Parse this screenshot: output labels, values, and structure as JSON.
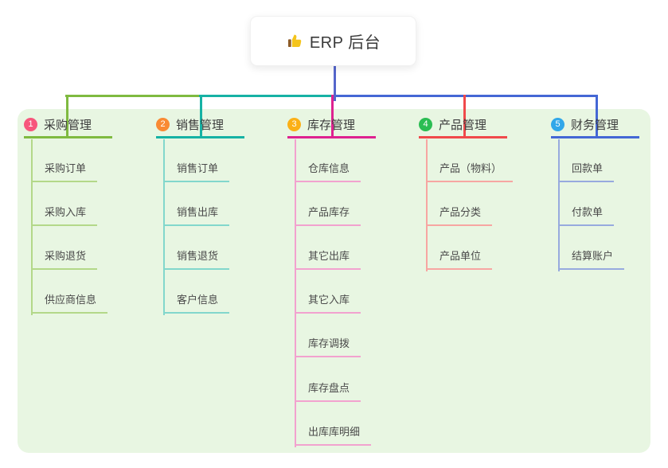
{
  "root": {
    "icon": "thumbs-up-icon",
    "label": "ERP 后台"
  },
  "colors": {
    "canvas_bg": "#ffffff",
    "panel_bg": "#e8f6e2",
    "card_bg": "#ffffff",
    "root_stem": "#5566cb",
    "title_text": "#3c3c3c",
    "child_text": "#4a4a4a"
  },
  "branches": [
    {
      "index": "1",
      "label": "采购管理",
      "badge_color": "#f7567c",
      "line_color": "#7fba40",
      "soft_color": "#b3d889",
      "children": [
        "采购订单",
        "采购入库",
        "采购退货",
        "供应商信息"
      ]
    },
    {
      "index": "2",
      "label": "销售管理",
      "badge_color": "#f98a34",
      "line_color": "#16b2a4",
      "soft_color": "#82d7cc",
      "children": [
        "销售订单",
        "销售出库",
        "销售退货",
        "客户信息"
      ]
    },
    {
      "index": "3",
      "label": "库存管理",
      "badge_color": "#fbb017",
      "line_color": "#de2290",
      "soft_color": "#f2a2cf",
      "children": [
        "仓库信息",
        "产品库存",
        "其它出库",
        "其它入库",
        "库存调拨",
        "库存盘点",
        "出库库明细"
      ]
    },
    {
      "index": "4",
      "label": "产品管理",
      "badge_color": "#2bbd53",
      "line_color": "#f0494b",
      "soft_color": "#f7a6a2",
      "children": [
        "产品（物料）",
        "产品分类",
        "产品单位"
      ]
    },
    {
      "index": "5",
      "label": "财务管理",
      "badge_color": "#31a7e9",
      "line_color": "#4467d5",
      "soft_color": "#97aade",
      "children": [
        "回款单",
        "付款单",
        "结算账户"
      ]
    }
  ]
}
